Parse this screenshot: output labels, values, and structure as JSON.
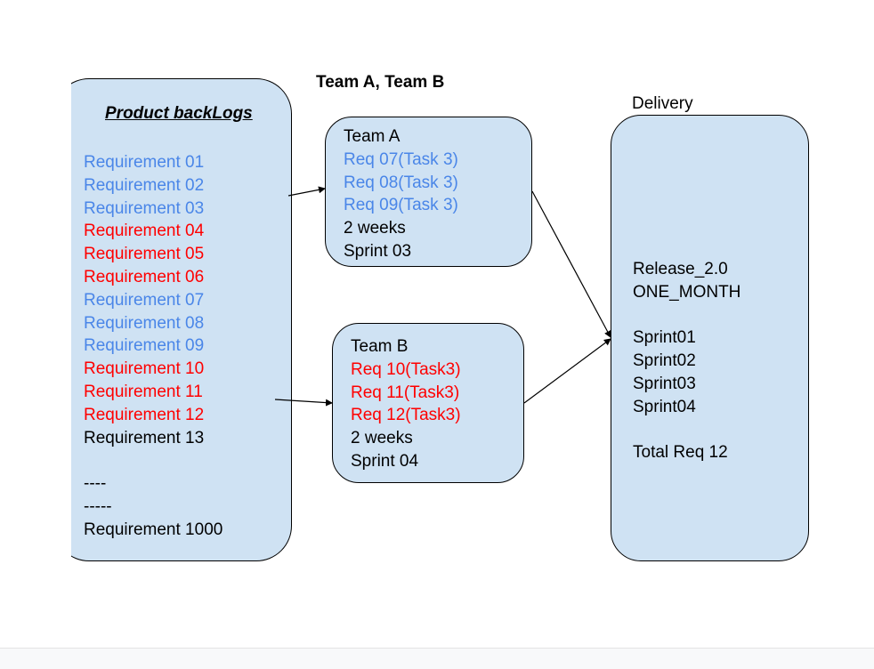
{
  "diagram": {
    "main_title": "Team A, Team B",
    "delivery_label": "Delivery",
    "backlog": {
      "title": "Product backLogs",
      "items": [
        {
          "text": "Requirement 01",
          "color": "blue"
        },
        {
          "text": "Requirement 02",
          "color": "blue"
        },
        {
          "text": "Requirement 03",
          "color": "blue"
        },
        {
          "text": "Requirement 04",
          "color": "red"
        },
        {
          "text": "Requirement 05",
          "color": "red"
        },
        {
          "text": "Requirement 06",
          "color": "red"
        },
        {
          "text": "Requirement 07",
          "color": "blue"
        },
        {
          "text": "Requirement 08",
          "color": "blue"
        },
        {
          "text": "Requirement 09",
          "color": "blue"
        },
        {
          "text": "Requirement 10",
          "color": "red"
        },
        {
          "text": "Requirement 11",
          "color": "red"
        },
        {
          "text": "Requirement 12",
          "color": "red"
        },
        {
          "text": "Requirement 13",
          "color": "black"
        },
        {
          "text": "",
          "color": "black"
        },
        {
          "text": "----",
          "color": "black"
        },
        {
          "text": "-----",
          "color": "black"
        },
        {
          "text": "Requirement 1000",
          "color": "black"
        }
      ]
    },
    "team_a": {
      "lines": [
        {
          "text": "Team A",
          "color": "black"
        },
        {
          "text": "Req 07(Task 3)",
          "color": "blue"
        },
        {
          "text": "Req 08(Task 3)",
          "color": "blue"
        },
        {
          "text": "Req 09(Task 3)",
          "color": "blue"
        },
        {
          "text": "2 weeks",
          "color": "black"
        },
        {
          "text": "Sprint 03",
          "color": "black"
        }
      ]
    },
    "team_b": {
      "lines": [
        {
          "text": "Team B",
          "color": "black"
        },
        {
          "text": "Req 10(Task3)",
          "color": "red"
        },
        {
          "text": "Req 11(Task3)",
          "color": "red"
        },
        {
          "text": "Req 12(Task3)",
          "color": "red"
        },
        {
          "text": "2 weeks",
          "color": "black"
        },
        {
          "text": "Sprint 04",
          "color": "black"
        }
      ]
    },
    "delivery": {
      "lines": [
        {
          "text": "Release_2.0"
        },
        {
          "text": "ONE_MONTH"
        },
        {
          "text": ""
        },
        {
          "text": "Sprint01"
        },
        {
          "text": "Sprint02"
        },
        {
          "text": "Sprint03"
        },
        {
          "text": "Sprint04"
        },
        {
          "text": ""
        },
        {
          "text": "Total Req 12"
        }
      ]
    }
  },
  "colors": {
    "box_fill": "#cfe2f3",
    "blue_text": "#4a86e8",
    "red_text": "#ff0000",
    "black_text": "#000000"
  }
}
